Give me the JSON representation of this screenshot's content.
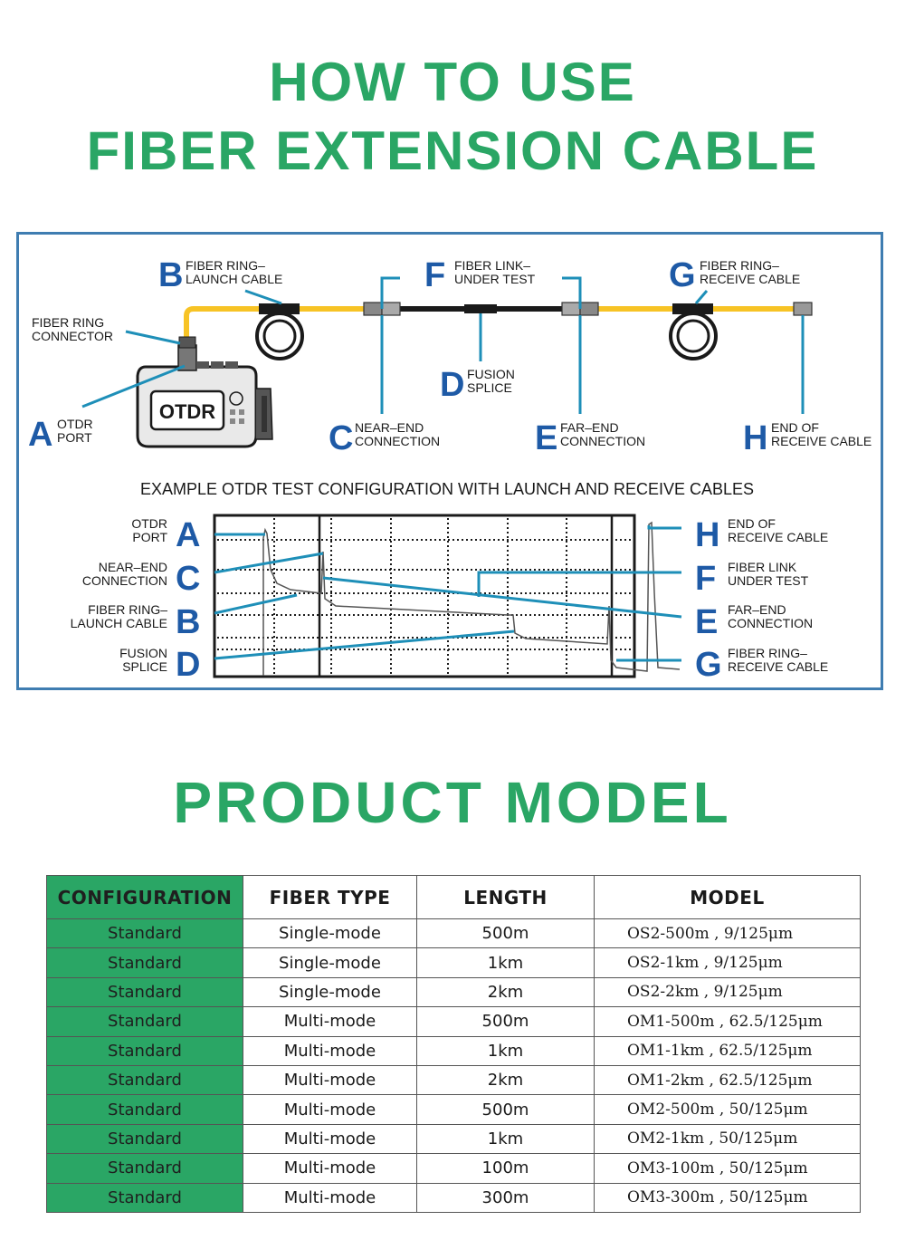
{
  "title": {
    "line1": "HOW TO USE",
    "line2": "FIBER EXTENSION CABLE"
  },
  "diagram": {
    "labels": {
      "fiber_ring_connector_1": "FIBER RING",
      "fiber_ring_connector_2": "CONNECTOR",
      "a_letter": "A",
      "a_1": "OTDR",
      "a_2": "PORT",
      "b_letter": "B",
      "b_1": "FIBER RING–",
      "b_2": "LAUNCH CABLE",
      "c_letter": "C",
      "c_1": "NEAR–END",
      "c_2": "CONNECTION",
      "d_letter": "D",
      "d_1": "FUSION",
      "d_2": "SPLICE",
      "e_letter": "E",
      "e_1": "FAR–END",
      "e_2": "CONNECTION",
      "f_letter": "F",
      "f_1": "FIBER LINK–",
      "f_2": "UNDER TEST",
      "g_letter": "G",
      "g_1": "FIBER RING–",
      "g_2": "RECEIVE CABLE",
      "h_letter": "H",
      "h_1": "END OF",
      "h_2": "RECEIVE CABLE",
      "otdr_device": "OTDR"
    },
    "subtitle": "EXAMPLE OTDR TEST CONFIGURATION WITH LAUNCH AND RECEIVE CABLES",
    "trace_left": [
      {
        "letter": "A",
        "line1": "OTDR",
        "line2": "PORT"
      },
      {
        "letter": "C",
        "line1": "NEAR–END",
        "line2": "CONNECTION"
      },
      {
        "letter": "B",
        "line1": "FIBER RING–",
        "line2": "LAUNCH CABLE"
      },
      {
        "letter": "D",
        "line1": "FUSION",
        "line2": "SPLICE"
      }
    ],
    "trace_right": [
      {
        "letter": "H",
        "line1": "END OF",
        "line2": "RECEIVE CABLE"
      },
      {
        "letter": "F",
        "line1": "FIBER LINK",
        "line2": "UNDER TEST"
      },
      {
        "letter": "E",
        "line1": "FAR–END",
        "line2": "CONNECTION"
      },
      {
        "letter": "G",
        "line1": "FIBER RING–",
        "line2": "RECEIVE CABLE"
      }
    ],
    "colors": {
      "accent_blue": "#1e8fb8",
      "letter_blue": "#1e5aa6",
      "cable_yellow": "#f7c325",
      "frame_blue": "#3f7db1"
    }
  },
  "product_model": {
    "title": "PRODUCT MODEL",
    "headers": [
      "CONFIGURATION",
      "FIBER TYPE",
      "LENGTH",
      "MODEL"
    ],
    "rows": [
      [
        "Standard",
        "Single-mode",
        "500m",
        "OS2-500m , 9/125μm"
      ],
      [
        "Standard",
        "Single-mode",
        "1km",
        "OS2-1km , 9/125μm"
      ],
      [
        "Standard",
        "Single-mode",
        "2km",
        "OS2-2km , 9/125μm"
      ],
      [
        "Standard",
        "Multi-mode",
        "500m",
        "OM1-500m , 62.5/125μm"
      ],
      [
        "Standard",
        "Multi-mode",
        "1km",
        "OM1-1km , 62.5/125μm"
      ],
      [
        "Standard",
        "Multi-mode",
        "2km",
        "OM1-2km , 62.5/125μm"
      ],
      [
        "Standard",
        "Multi-mode",
        "500m",
        "OM2-500m , 50/125μm"
      ],
      [
        "Standard",
        "Multi-mode",
        "1km",
        "OM2-1km , 50/125μm"
      ],
      [
        "Standard",
        "Multi-mode",
        "100m",
        "OM3-100m , 50/125μm"
      ],
      [
        "Standard",
        "Multi-mode",
        "300m",
        "OM3-300m , 50/125μm"
      ]
    ],
    "colors": {
      "config_cell": "#2aa665",
      "title": "#2aa665"
    }
  }
}
